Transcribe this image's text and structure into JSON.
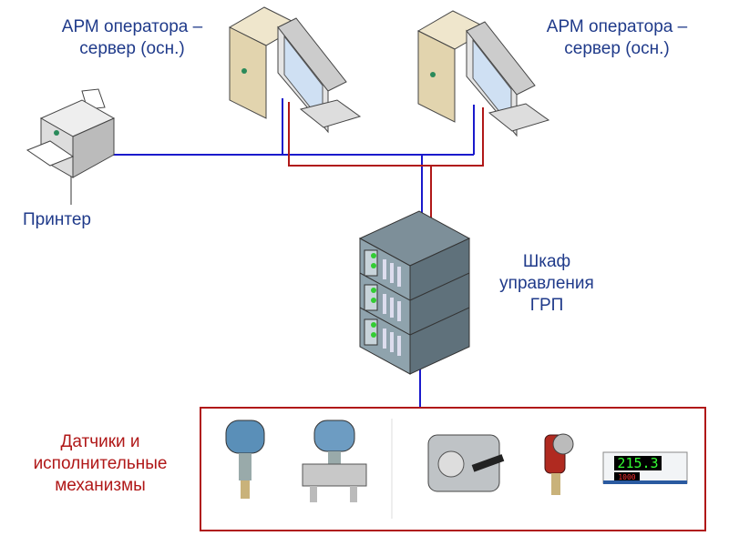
{
  "nodes": {
    "workstation_left": {
      "label_line1": "АРМ оператора –",
      "label_line2": "сервер (осн.)"
    },
    "workstation_right": {
      "label_line1": "АРМ оператора –",
      "label_line2": "сервер (осн.)"
    },
    "printer": {
      "label": "Принтер"
    },
    "cabinet": {
      "label_line1": "Шкаф",
      "label_line2": "управления",
      "label_line3": "ГРП"
    },
    "field_devices": {
      "label_line1": "Датчики и",
      "label_line2": "исполнительные",
      "label_line3": "механизмы",
      "display_value": "215.3",
      "display_sub_value": "1000"
    }
  },
  "colors": {
    "text": "#1f3a8a",
    "network_blue": "#1a1acc",
    "network_red": "#b01818",
    "box_border": "#b01818"
  }
}
